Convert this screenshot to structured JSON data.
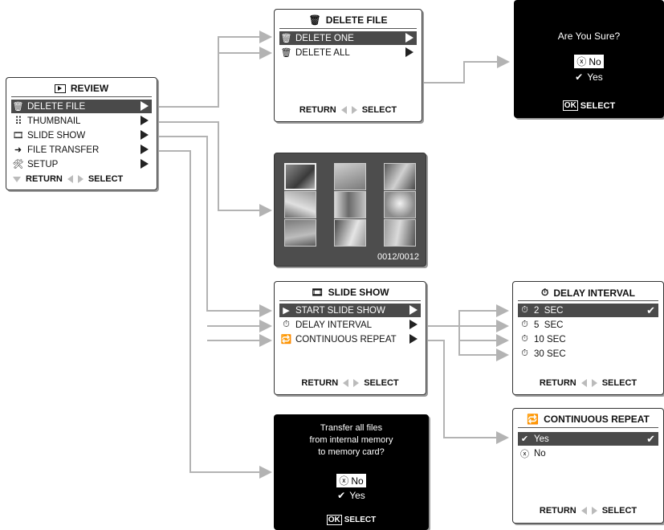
{
  "review": {
    "title": "REVIEW",
    "items": [
      {
        "label": "DELETE FILE",
        "icon": "trash-icon"
      },
      {
        "label": "THUMBNAIL",
        "icon": "grid-icon"
      },
      {
        "label": "SLIDE SHOW",
        "icon": "film-icon"
      },
      {
        "label": "FILE TRANSFER",
        "icon": "transfer-icon"
      },
      {
        "label": "SETUP",
        "icon": "setup-icon"
      }
    ],
    "return_label": "RETURN",
    "select_label": "SELECT"
  },
  "delete_file": {
    "title": "DELETE FILE",
    "items": [
      {
        "label": "DELETE ONE"
      },
      {
        "label": "DELETE ALL"
      }
    ],
    "return_label": "RETURN",
    "select_label": "SELECT"
  },
  "confirm": {
    "question": "Are You Sure?",
    "no_label": "No",
    "yes_label": "Yes",
    "ok_label": "OK",
    "select_label": "SELECT"
  },
  "thumbnail": {
    "counter": "0012/0012"
  },
  "slide_show": {
    "title": "SLIDE SHOW",
    "items": [
      {
        "label": "START SLIDE SHOW"
      },
      {
        "label": "DELAY INTERVAL"
      },
      {
        "label": "CONTINUOUS REPEAT"
      }
    ],
    "return_label": "RETURN",
    "select_label": "SELECT"
  },
  "delay_interval": {
    "title": "DELAY INTERVAL",
    "items": [
      {
        "label": "2  SEC",
        "badge": "2"
      },
      {
        "label": "5  SEC",
        "badge": "5"
      },
      {
        "label": "10 SEC",
        "badge": "10"
      },
      {
        "label": "30 SEC",
        "badge": "30"
      }
    ],
    "return_label": "RETURN",
    "select_label": "SELECT"
  },
  "continuous_repeat": {
    "title": "CONTINUOUS REPEAT",
    "items": [
      {
        "label": "Yes"
      },
      {
        "label": "No"
      }
    ],
    "return_label": "RETURN",
    "select_label": "SELECT"
  },
  "transfer": {
    "line1": "Transfer all files",
    "line2": "from internal memory",
    "line3": "to memory card?",
    "no_label": "No",
    "yes_label": "Yes",
    "ok_label": "OK",
    "select_label": "SELECT"
  },
  "colors": {
    "highlight": "#4a4a4a",
    "connector": "#b3b3b3",
    "dark_panel": "#000000"
  }
}
